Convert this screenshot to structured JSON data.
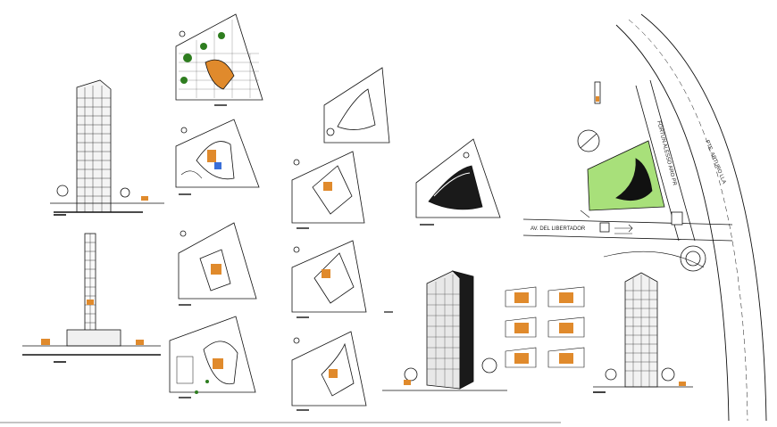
{
  "site_plan": {
    "road_label_1": "AV. DEL LIBERTADOR",
    "road_label_2": "PTE. ARTURO LLA",
    "road_label_3": "FORTUN ALESSO ARO PR"
  },
  "colors": {
    "ink": "#111111",
    "green": "#2e7d1f",
    "light_green": "#a8e07a",
    "orange": "#e08a2c",
    "gray": "#888888"
  }
}
